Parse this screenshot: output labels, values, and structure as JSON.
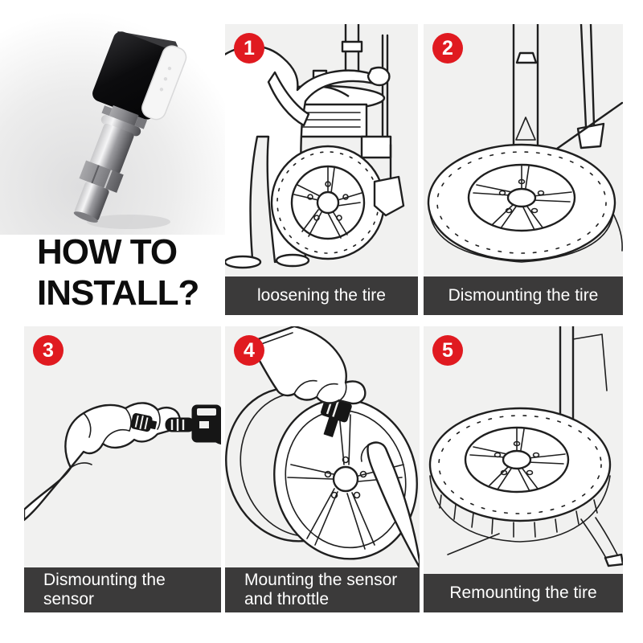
{
  "header": {
    "title_line1": "HOW TO",
    "title_line2": "INSTALL?"
  },
  "product_image": {
    "name": "tpms-sensor-photo",
    "description": "TPMS tire pressure sensor: black housing with white cap, silver metal valve stem, tilted on white studio background"
  },
  "steps": [
    {
      "number": "1",
      "caption": "loosening the tire",
      "illustration": "worker-loosening-tire-on-changer-machine"
    },
    {
      "number": "2",
      "caption": "Dismounting the tire",
      "illustration": "tire-flat-on-changer-with-pry-bar"
    },
    {
      "number": "3",
      "caption": "Dismounting the sensor",
      "illustration": "hand-removing-valve-cap-and-sensor"
    },
    {
      "number": "4",
      "caption": "Mounting the sensor and throttle",
      "illustration": "hands-mounting-sensor-on-rim"
    },
    {
      "number": "5",
      "caption": "Remounting the tire",
      "illustration": "tire-on-changer-with-mount-arm"
    }
  ],
  "colors": {
    "badge_red": "#e01a20",
    "badge_number": "#ffffff",
    "caption_bg": "#3b3a3a",
    "caption_text": "#ffffff",
    "cell_bg": "#f1f1f0",
    "line_art": "#1f1f1f",
    "page_bg": "#ffffff",
    "title_text": "#0d0d0d"
  }
}
